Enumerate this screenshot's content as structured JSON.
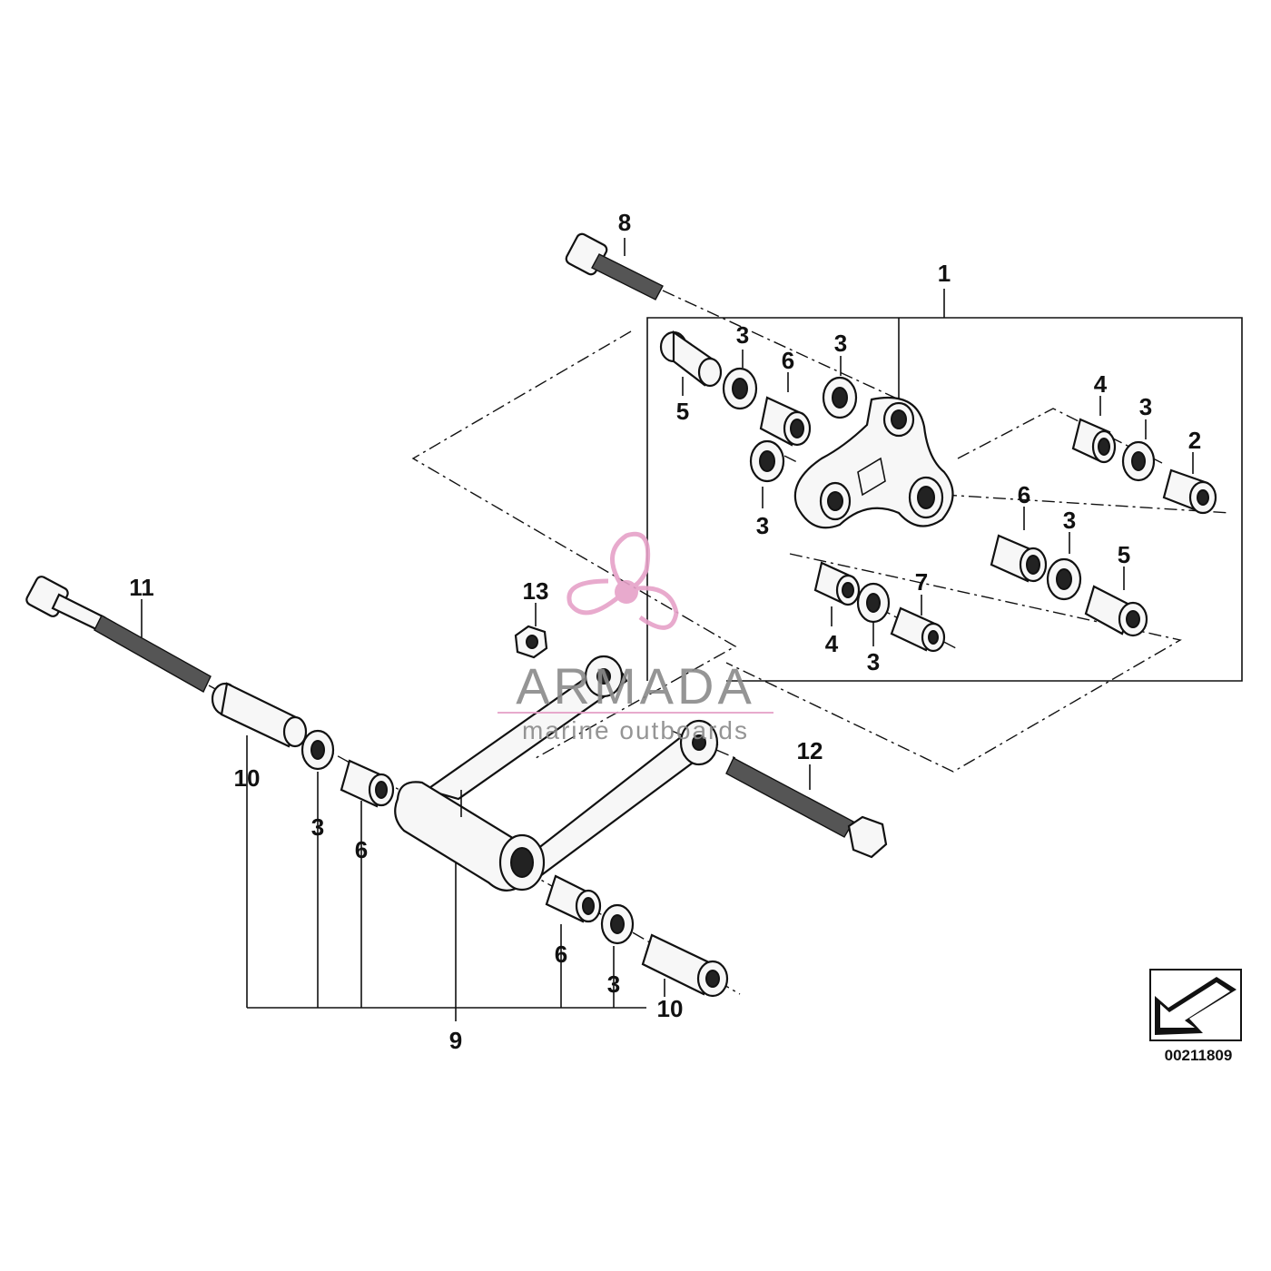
{
  "diagram": {
    "labels": [
      {
        "id": "l1",
        "text": "1"
      },
      {
        "id": "l2",
        "text": "2"
      },
      {
        "id": "l3a",
        "text": "3"
      },
      {
        "id": "l3b",
        "text": "3"
      },
      {
        "id": "l3c",
        "text": "3"
      },
      {
        "id": "l3d",
        "text": "3"
      },
      {
        "id": "l3e",
        "text": "3"
      },
      {
        "id": "l3f",
        "text": "3"
      },
      {
        "id": "l3g",
        "text": "3"
      },
      {
        "id": "l3h",
        "text": "3"
      },
      {
        "id": "l4a",
        "text": "4"
      },
      {
        "id": "l4b",
        "text": "4"
      },
      {
        "id": "l5a",
        "text": "5"
      },
      {
        "id": "l5b",
        "text": "5"
      },
      {
        "id": "l6a",
        "text": "6"
      },
      {
        "id": "l6b",
        "text": "6"
      },
      {
        "id": "l6c",
        "text": "6"
      },
      {
        "id": "l6d",
        "text": "6"
      },
      {
        "id": "l7",
        "text": "7"
      },
      {
        "id": "l8",
        "text": "8"
      },
      {
        "id": "l9",
        "text": "9"
      },
      {
        "id": "l10a",
        "text": "10"
      },
      {
        "id": "l10b",
        "text": "10"
      },
      {
        "id": "l11",
        "text": "11"
      },
      {
        "id": "l12",
        "text": "12"
      },
      {
        "id": "l13",
        "text": "13"
      }
    ],
    "reference_number": "00211809",
    "watermark": {
      "brand": "ARMADA",
      "tagline": "marine outboards",
      "color": "#e6a1c8"
    }
  }
}
